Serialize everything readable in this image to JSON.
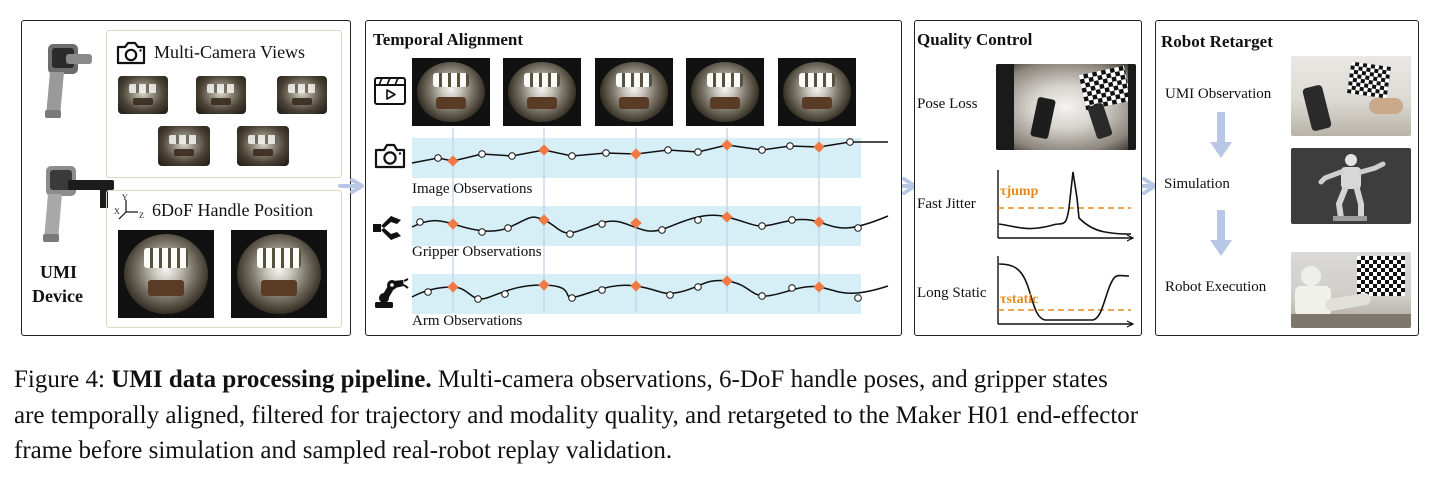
{
  "umi": {
    "camera_title": "Multi-Camera Views",
    "pose_title": "6DoF Handle Position",
    "axis_x": "X",
    "axis_y": "Y",
    "axis_z": "Z",
    "device_line1": "UMI",
    "device_line2": "Device"
  },
  "temporal": {
    "title": "Temporal Alignment",
    "image_label": "Image Observations",
    "gripper_label": "Gripper Observations",
    "arm_label": "Arm Observations"
  },
  "quality": {
    "title": "Quality Control",
    "pose_loss": "Pose Loss",
    "fast_jitter": "Fast Jitter",
    "long_static": "Long Static",
    "tau_jump": "τjump",
    "tau_static": "τstatic"
  },
  "robot": {
    "title": "Robot Retarget",
    "umi_obs": "UMI Observation",
    "simulation": "Simulation",
    "execution": "Robot Execution"
  },
  "caption": {
    "prefix": "Figure 4: ",
    "bold": "UMI data processing pipeline.",
    "line1_rest": " Multi-camera observations, 6-DoF handle poses, and gripper states",
    "line2": "are temporally aligned, filtered for trajectory and modality quality, and retargeted to the Maker H01 end-effector",
    "line3": "frame before simulation and sampled real-robot replay validation."
  },
  "colors": {
    "accent_orange": "#f07a45",
    "band_blue": "#d6eef6",
    "arrow_blue": "#b9c7e6",
    "threshold_orange": "#e58a1f",
    "subbox_green": "#cfe0bf"
  }
}
